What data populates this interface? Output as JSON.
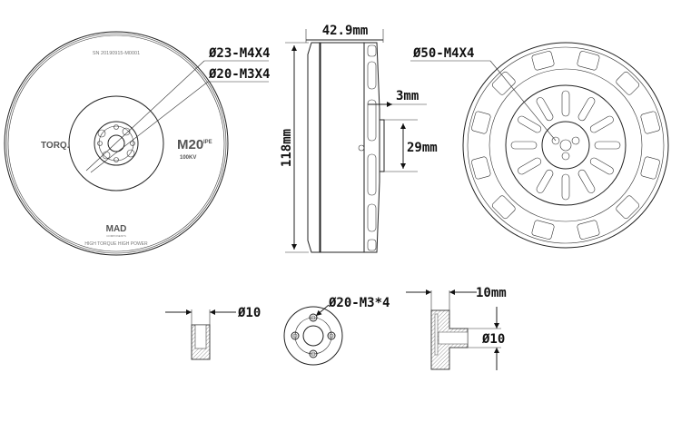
{
  "front_view": {
    "serial": "SN 20190915-M0001",
    "brand": "TORQ.",
    "model": "M20",
    "model_suffix": "IPE",
    "kv": "100KV",
    "maker": "MAD",
    "maker_sub": "COMPONENTS",
    "slogan": "HIGH TORQUE HIGH POWER",
    "label_outer_holes": "Ø23-M4X4",
    "label_inner_holes": "Ø20-M3X4"
  },
  "side_view": {
    "width_label": "42.9mm",
    "height_label": "118mm",
    "step_label": "3mm",
    "shaft_label": "29mm"
  },
  "rear_view": {
    "holes_label": "Ø50-M4X4"
  },
  "accessories": {
    "nut_diameter": "Ø10",
    "mount_holes": "Ø20-M3*4",
    "adapter_length": "10mm",
    "adapter_diameter": "Ø10"
  }
}
